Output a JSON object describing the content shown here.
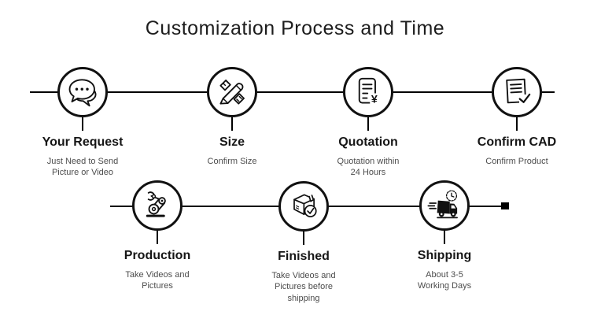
{
  "title": "Customization Process and Time",
  "colors": {
    "line": "#000000",
    "label_text": "#161616",
    "description_text": "#4d4d4d",
    "background": "#ffffff"
  },
  "steps": [
    {
      "label": "Your Request",
      "description": "Just Need to Send\nPicture or Video",
      "icon": "chat-bubbles-icon"
    },
    {
      "label": "Size",
      "description": "Confirm Size",
      "icon": "pencil-ruler-icon"
    },
    {
      "label": "Quotation",
      "description": "Quotation within\n24 Hours",
      "icon": "quotation-document-icon",
      "currency_symbol": "¥"
    },
    {
      "label": "Confirm CAD",
      "description": "Confirm Product",
      "icon": "cad-document-check-icon"
    },
    {
      "label": "Production",
      "description": "Take Videos and\nPictures",
      "icon": "robot-arm-icon"
    },
    {
      "label": "Finished",
      "description": "Take Videos and\nPictures before\nshipping",
      "icon": "package-check-icon"
    },
    {
      "label": "Shipping",
      "description": "About 3-5\nWorking Days",
      "icon": "delivery-truck-icon"
    }
  ]
}
